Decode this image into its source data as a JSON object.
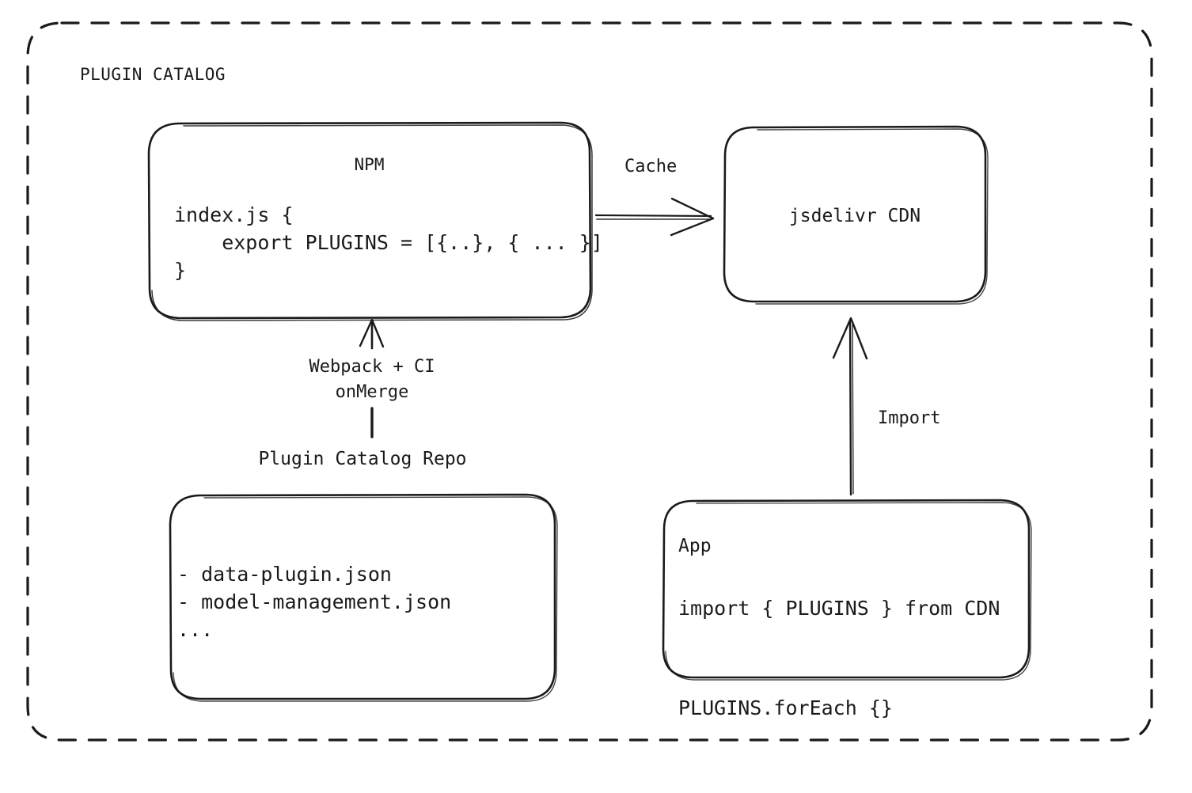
{
  "diagram": {
    "title": "PLUGIN CATALOG",
    "nodes": {
      "npm": {
        "title": "NPM",
        "code": "index.js {\n    export PLUGINS = [{..}, { ... }]\n}"
      },
      "cdn": {
        "title": "jsdelivr CDN"
      },
      "repo": {
        "title": "Plugin Catalog Repo",
        "files": "- data-plugin.json\n- model-management.json\n..."
      },
      "app": {
        "title": "App",
        "code": "import { PLUGINS } from CDN\n\nPLUGINS.forEach {}"
      }
    },
    "edges": {
      "cache": "Cache",
      "webpack": "Webpack + CI\nonMerge",
      "import": "Import"
    },
    "colors": {
      "stroke": "#1a1a1a",
      "background": "#ffffff",
      "text": "#1a1a1a"
    }
  }
}
